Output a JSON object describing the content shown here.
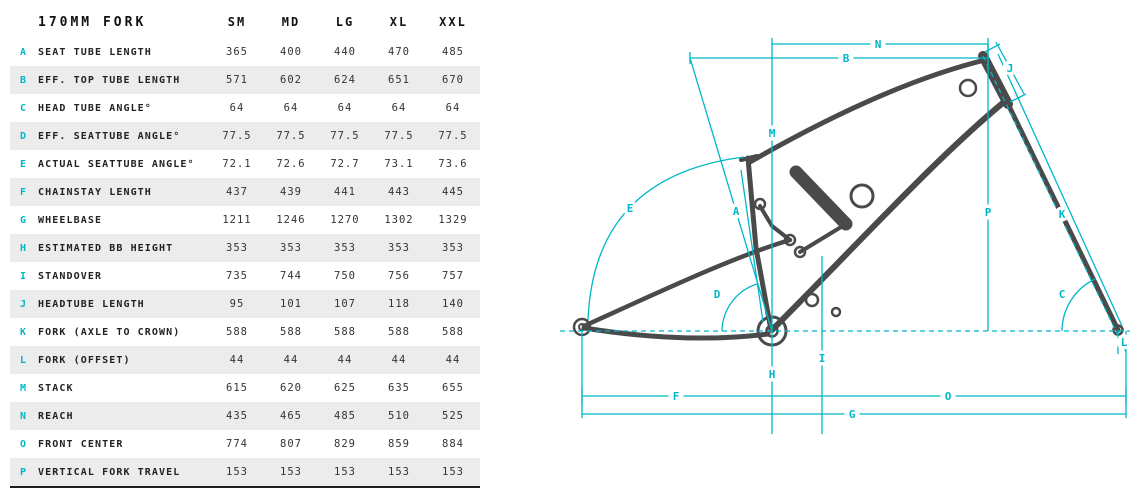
{
  "colors": {
    "accent": "#00b7c8",
    "stripe": "#ececec",
    "frame_line": "#4a4a4a",
    "text": "#222222"
  },
  "table": {
    "title": "170MM FORK",
    "size_headers": [
      "SM",
      "MD",
      "LG",
      "XL",
      "XXL"
    ],
    "rows": [
      {
        "letter": "A",
        "label": "SEAT TUBE LENGTH",
        "values": [
          "365",
          "400",
          "440",
          "470",
          "485"
        ]
      },
      {
        "letter": "B",
        "label": "EFF. TOP TUBE LENGTH",
        "values": [
          "571",
          "602",
          "624",
          "651",
          "670"
        ]
      },
      {
        "letter": "C",
        "label": "HEAD TUBE ANGLE°",
        "values": [
          "64",
          "64",
          "64",
          "64",
          "64"
        ]
      },
      {
        "letter": "D",
        "label": "EFF. SEATTUBE ANGLE°",
        "values": [
          "77.5",
          "77.5",
          "77.5",
          "77.5",
          "77.5"
        ]
      },
      {
        "letter": "E",
        "label": "ACTUAL SEATTUBE ANGLE°",
        "values": [
          "72.1",
          "72.6",
          "72.7",
          "73.1",
          "73.6"
        ]
      },
      {
        "letter": "F",
        "label": "CHAINSTAY LENGTH",
        "values": [
          "437",
          "439",
          "441",
          "443",
          "445"
        ]
      },
      {
        "letter": "G",
        "label": "WHEELBASE",
        "values": [
          "1211",
          "1246",
          "1270",
          "1302",
          "1329"
        ]
      },
      {
        "letter": "H",
        "label": "ESTIMATED BB HEIGHT",
        "values": [
          "353",
          "353",
          "353",
          "353",
          "353"
        ]
      },
      {
        "letter": "I",
        "label": "STANDOVER",
        "values": [
          "735",
          "744",
          "750",
          "756",
          "757"
        ]
      },
      {
        "letter": "J",
        "label": "HEADTUBE LENGTH",
        "values": [
          "95",
          "101",
          "107",
          "118",
          "140"
        ]
      },
      {
        "letter": "K",
        "label": "FORK (AXLE TO CROWN)",
        "values": [
          "588",
          "588",
          "588",
          "588",
          "588"
        ]
      },
      {
        "letter": "L",
        "label": "FORK (OFFSET)",
        "values": [
          "44",
          "44",
          "44",
          "44",
          "44"
        ]
      },
      {
        "letter": "M",
        "label": "STACK",
        "values": [
          "615",
          "620",
          "625",
          "635",
          "655"
        ]
      },
      {
        "letter": "N",
        "label": "REACH",
        "values": [
          "435",
          "465",
          "485",
          "510",
          "525"
        ]
      },
      {
        "letter": "O",
        "label": "FRONT CENTER",
        "values": [
          "774",
          "807",
          "829",
          "859",
          "884"
        ]
      },
      {
        "letter": "P",
        "label": "VERTICAL FORK TRAVEL",
        "values": [
          "153",
          "153",
          "153",
          "153",
          "153"
        ]
      }
    ]
  },
  "diagram": {
    "callouts": {
      "A": "A",
      "B": "B",
      "C": "C",
      "D": "D",
      "E": "E",
      "F": "F",
      "G": "G",
      "H": "H",
      "I": "I",
      "J": "J",
      "K": "K",
      "L": "L",
      "M": "M",
      "N": "N",
      "O": "O",
      "P": "P"
    }
  }
}
